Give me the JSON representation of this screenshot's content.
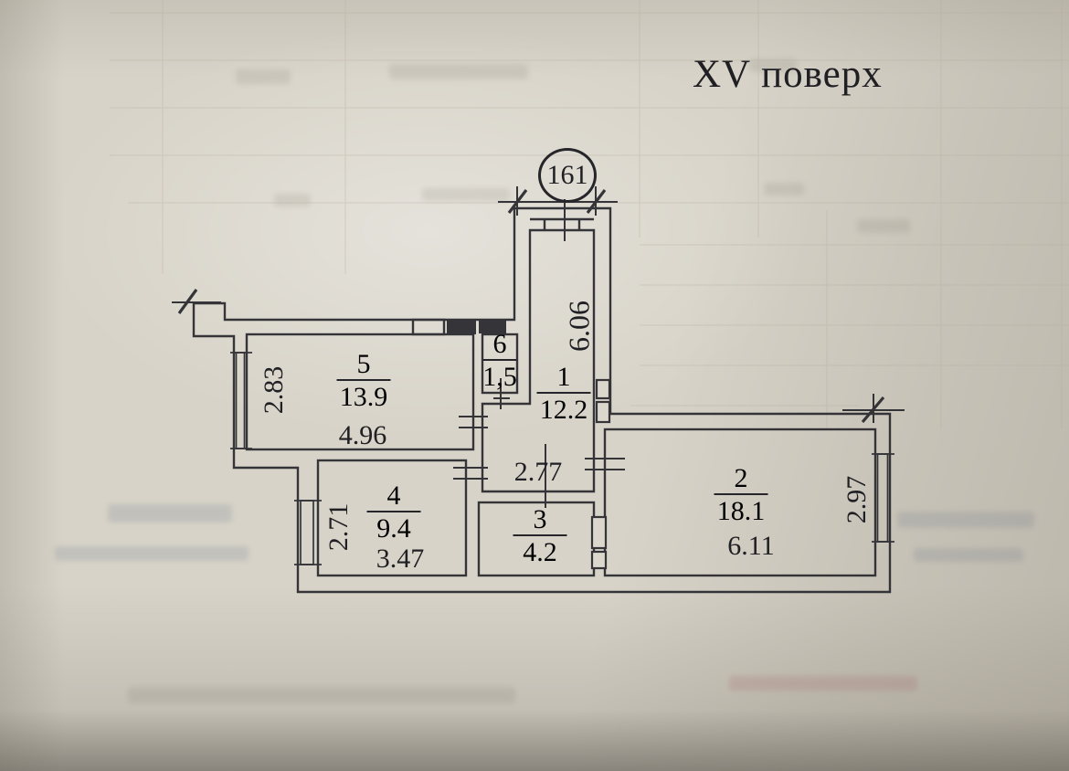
{
  "photo": {
    "floor_label": "XV поверх",
    "unit_number": "161",
    "rooms": {
      "r1": {
        "number": "1",
        "area": "12.2"
      },
      "r2": {
        "number": "2",
        "area": "18.1"
      },
      "r3": {
        "number": "3",
        "area": "4.2"
      },
      "r4": {
        "number": "4",
        "area": "9.4"
      },
      "r5": {
        "number": "5",
        "area": "13.9"
      },
      "r6": {
        "number": "6",
        "area": "1,5"
      }
    },
    "dims": {
      "hall_length": "6.06",
      "hall_width": "2.77",
      "room5_width": "4.96",
      "room5_depth": "2.83",
      "room4_width": "3.47",
      "room4_depth": "2.71",
      "room2_width": "6.11",
      "room2_depth": "2.97"
    },
    "colors": {
      "ink": "#2b2b30",
      "paper": "#d7d3c8"
    }
  }
}
